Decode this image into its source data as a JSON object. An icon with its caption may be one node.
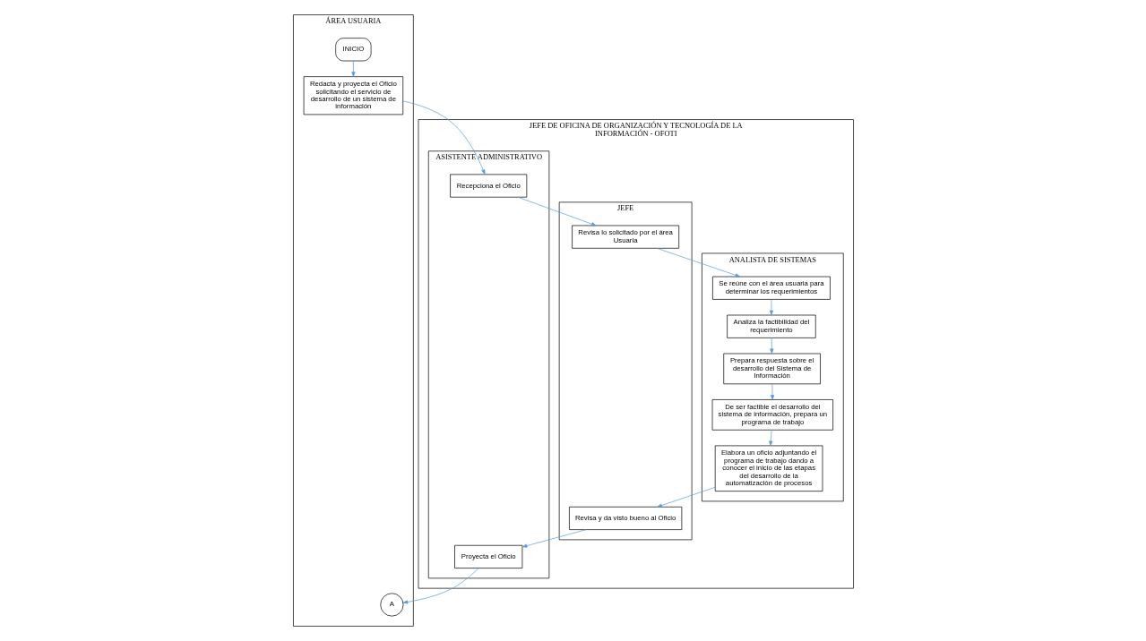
{
  "diagram": {
    "nodes": [
      {
        "text": [
          "ÁREA USUARIA"
        ]
      },
      {
        "text": [
          "JEFE DE OFICINA DE ORGANIZACIÓN Y TECNOLOGÍA DE LA INFORMACIÓN - OFOTI"
        ]
      },
      {
        "text": [
          "ASISTENTE ADMINISTRATIVO"
        ],
        "in": 1
      },
      {
        "text": [
          "JEFE"
        ],
        "in": 1
      },
      {
        "text": [
          "ANALISTA DE SISTEMAS"
        ],
        "in": 1
      },
      {
        "text": [
          "INICIO"
        ],
        "in": 0
      },
      {
        "text": [
          "Redacta y proyecta el Oficio solicitando el servicio de desarrollo de un sistema de información"
        ],
        "in": 0
      },
      {
        "text": [
          "Recepciona el Oficio"
        ],
        "in": 2
      },
      {
        "text": [
          "Revisa lo solicitado por el área Usuaria"
        ],
        "in": 3
      },
      {
        "text": [
          "Se reúne con el área usuaria para determinar los requerimientos"
        ],
        "in": 4
      },
      {
        "text": [
          "Analiza la factibilidad del requerimiento"
        ],
        "in": 4
      },
      {
        "text": [
          "Prepara respuesta sobre el desarrollo del Sistema de Información"
        ],
        "in": 4
      },
      {
        "text": [
          "De ser factible el desarrollo del sistema de información, prepara un programa de trabajo"
        ],
        "in": 4
      },
      {
        "text": [
          "Elabora un oficio adjuntando el programa de trabajo dando a conocer el inicio de las etapas del desarrollo de la automatización de procesos"
        ],
        "in": 4
      },
      {
        "text": [
          "Revisa y da visto bueno al Oficio"
        ],
        "in": 3
      },
      {
        "text": [
          "Proyecta el Oficio"
        ],
        "in": 2
      },
      {
        "text": [
          "A"
        ],
        "in": 0
      }
    ],
    "edges": [
      {
        "from": 5,
        "to": 6,
        "arrow": "to"
      },
      {
        "from": 6,
        "to": 7,
        "arrow": "to"
      },
      {
        "from": 7,
        "to": 8,
        "arrow": "to"
      },
      {
        "from": 8,
        "to": 9,
        "arrow": "to"
      },
      {
        "from": 9,
        "to": 10,
        "arrow": "to"
      },
      {
        "from": 10,
        "to": 11,
        "arrow": "to"
      },
      {
        "from": 11,
        "to": 12,
        "arrow": "to"
      },
      {
        "from": 12,
        "to": 13,
        "arrow": "to"
      },
      {
        "from": 13,
        "to": 14,
        "arrow": "to"
      },
      {
        "from": 14,
        "to": 15,
        "arrow": "to"
      },
      {
        "from": 15,
        "to": 16,
        "arrow": "to"
      }
    ]
  }
}
